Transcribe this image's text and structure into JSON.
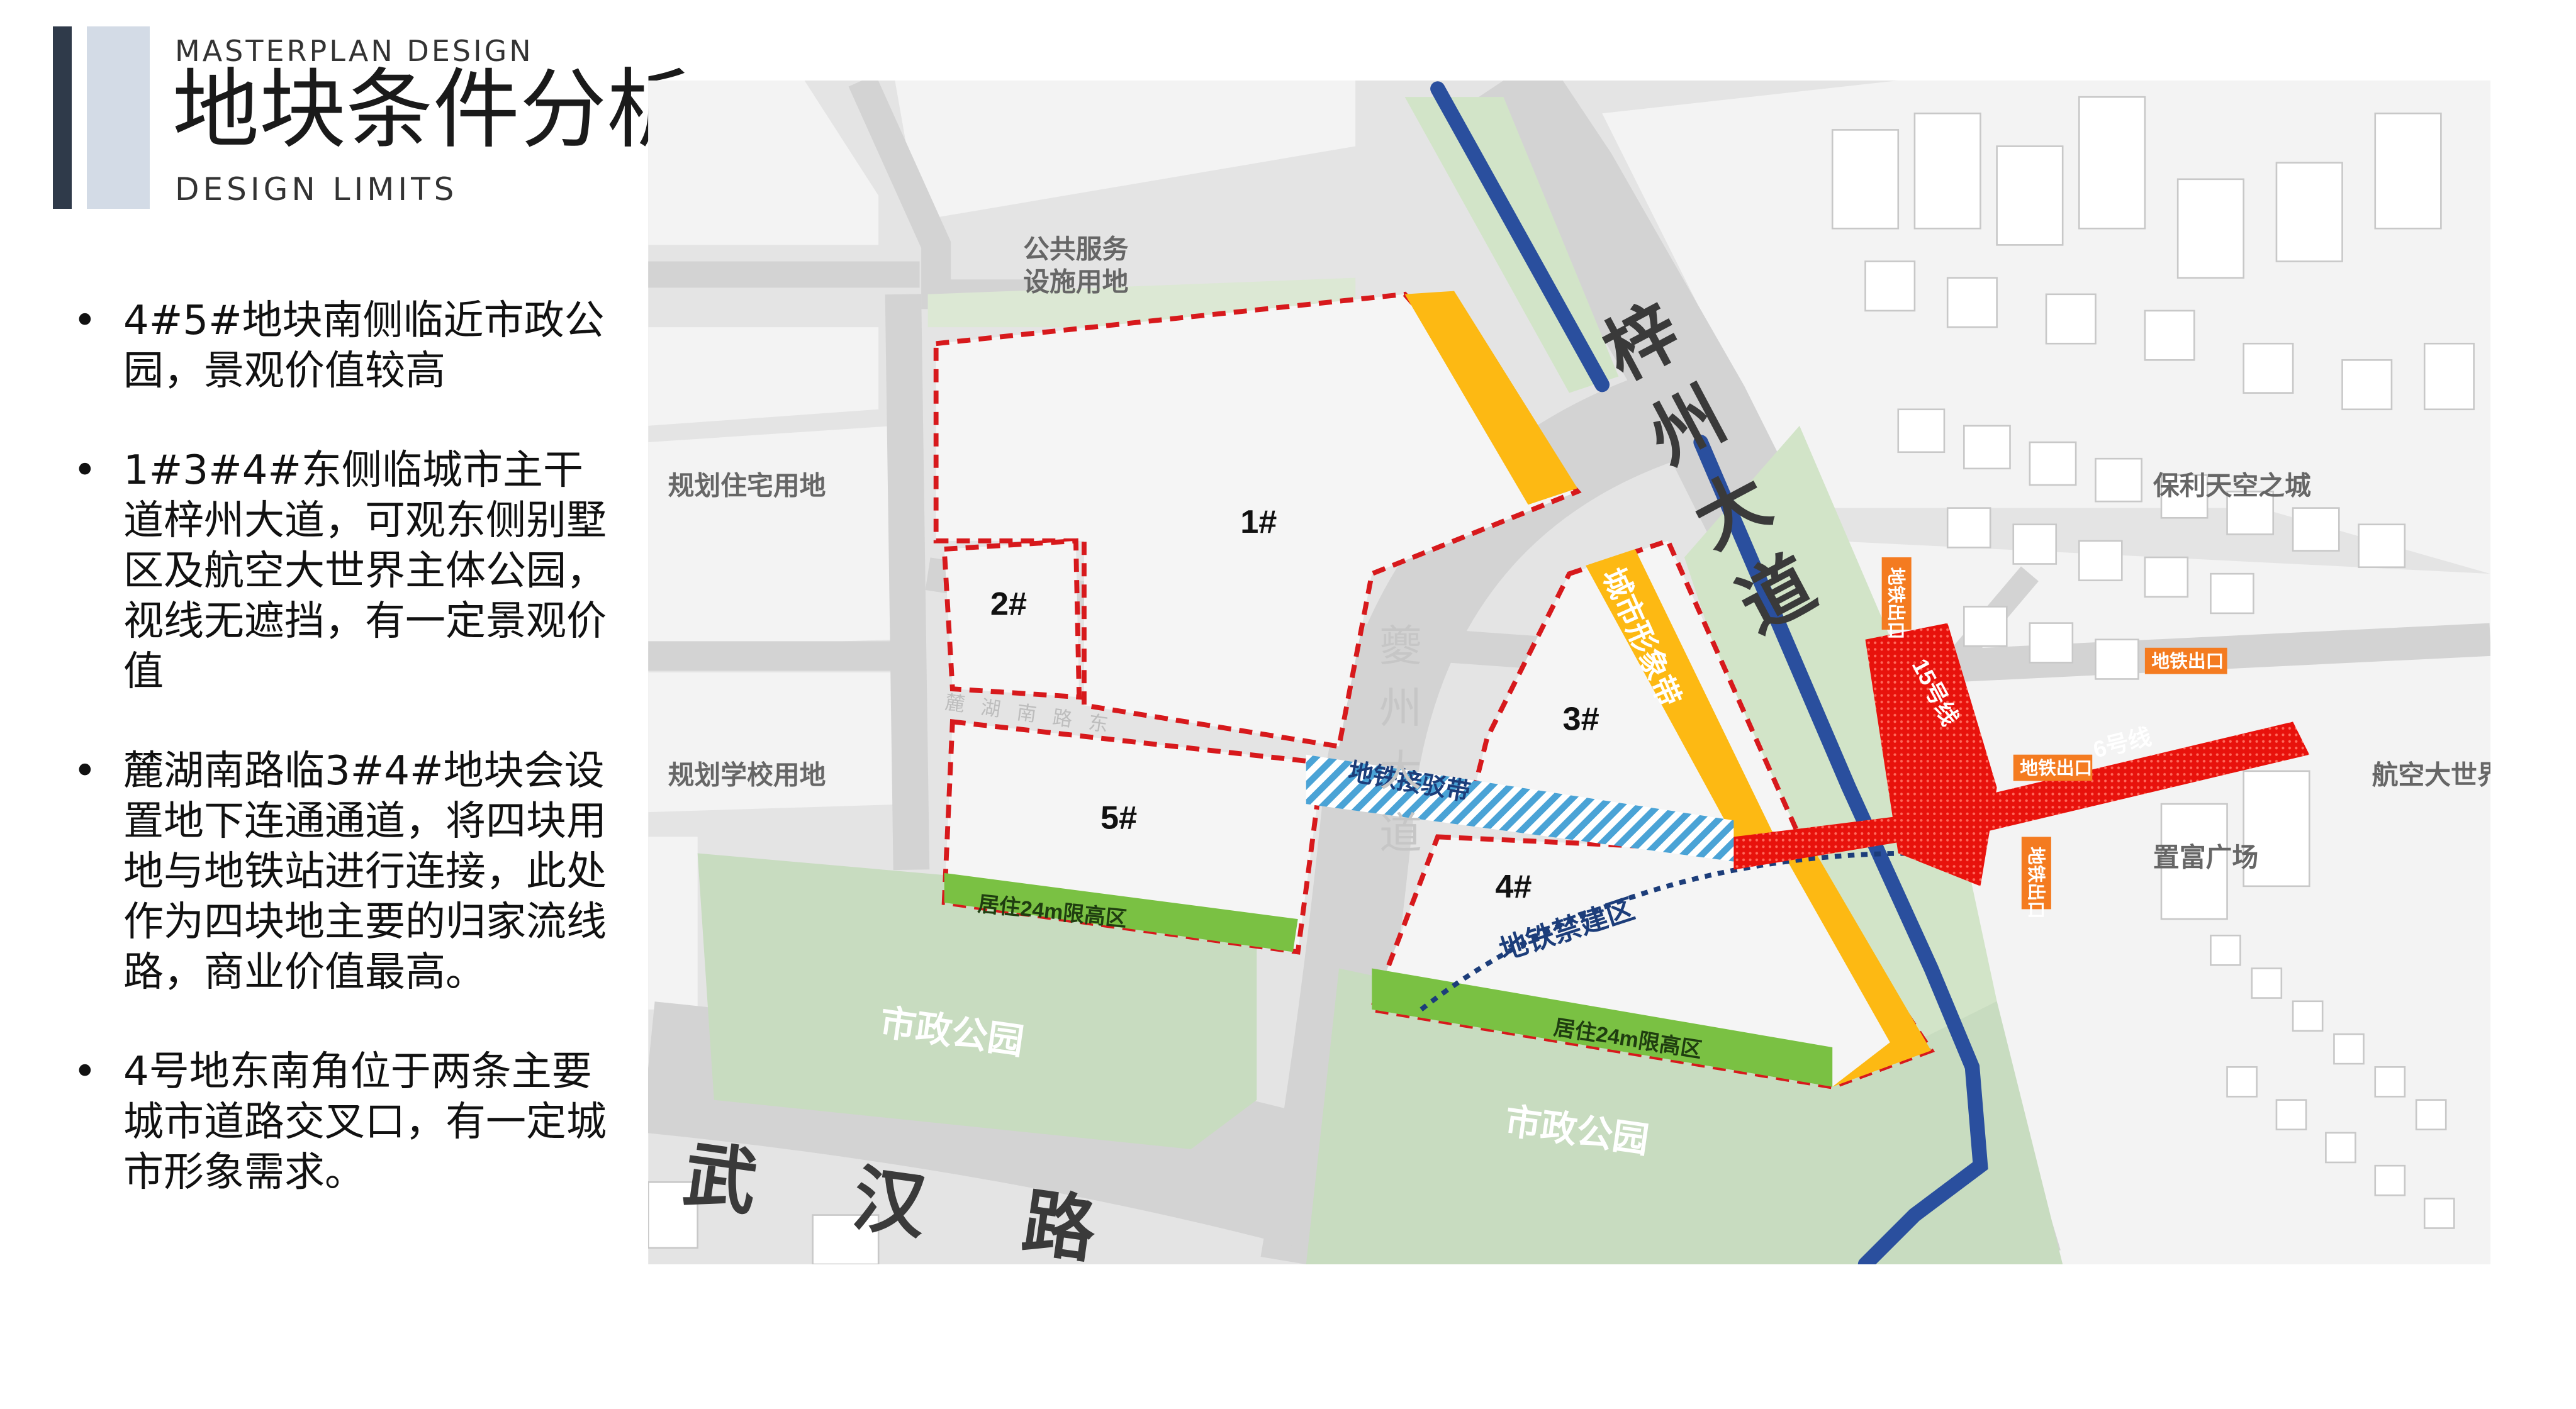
{
  "header": {
    "eyebrow": "MASTERPLAN DESIGN",
    "title": "地块条件分析",
    "subtitle": "DESIGN LIMITS"
  },
  "bullets": [
    "4#5#地块南侧临近市政公园，景观价值较高",
    "1#3#4#东侧临城市主干道梓州大道，可观东侧别墅区及航空大世界主体公园，视线无遮挡，有一定景观价值",
    "麓湖南路临3#4#地块会设置地下连通通道，将四块用地与地铁站进行连接，此处作为四块地主要的归家流线路，商业价值最高。",
    "4号地东南角位于两条主要城市道路交叉口，有一定城市形象需求。"
  ],
  "map": {
    "plots": {
      "p1": "1#",
      "p2": "2#",
      "p3": "3#",
      "p4": "4#",
      "p5": "5#"
    },
    "labels": {
      "public_service_1": "公共服务",
      "public_service_2": "设施用地",
      "residential_planned": "规划住宅用地",
      "school_planned": "规划学校用地",
      "park_west": "市政公园",
      "park_east": "市政公园",
      "height_limit_west": "居住24m限高区",
      "height_limit_east": "居住24m限高区",
      "metro_connector": "地铁接驳带",
      "metro_restricted": "地铁禁建区",
      "city_image_band": "城市形象带",
      "poly_sky_city": "保利天空之城",
      "aviation_world": "航空大世界",
      "zhifu_plaza": "置富广场",
      "metro_exit_1": "地铁出口",
      "metro_exit_2": "地铁出口",
      "metro_exit_3": "地铁出口",
      "metro_exit_4": "地铁出口",
      "line15": "15号线",
      "line6": "6号线",
      "ziyhou_avenue": "梓州大道",
      "wuhan_road": "武汉路",
      "luhu_south_road": "麓湖南路东",
      "kuizhou_avenue": "夔州大道"
    }
  },
  "colors": {
    "accent_dark": "#2f3a4a",
    "accent_light": "#d3dbe6",
    "plot_border": "#d7191c",
    "city_image_band": "#fdb913",
    "height_limit": "#7ac143",
    "metro_line": "#e8120c",
    "metro_exit": "#f47b20",
    "river": "#2a4f9e",
    "park": "#c8dcc0",
    "metro_zone": "#4aa3d6"
  }
}
